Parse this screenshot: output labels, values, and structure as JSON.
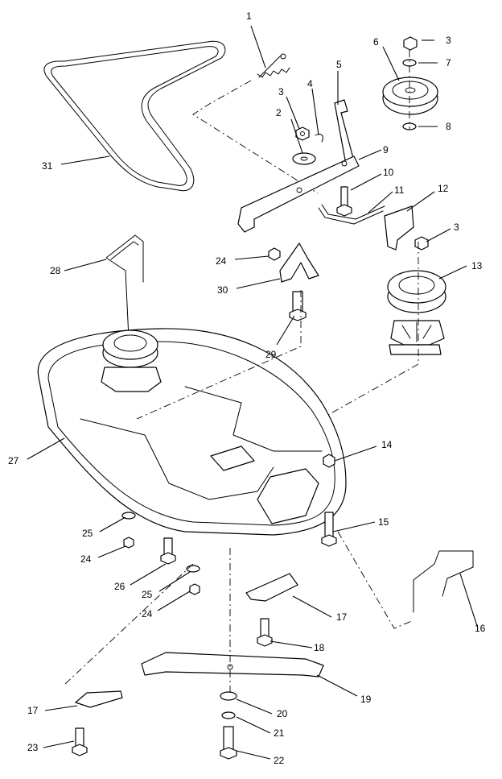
{
  "callouts": [
    "1",
    "2",
    "3",
    "4",
    "5",
    "6",
    "3",
    "7",
    "8",
    "9",
    "10",
    "11",
    "12",
    "3",
    "13",
    "31",
    "28",
    "24",
    "30",
    "29",
    "27",
    "14",
    "15",
    "25",
    "24",
    "26",
    "25",
    "24",
    "17",
    "18",
    "16",
    "19",
    "17",
    "23",
    "20",
    "21",
    "22"
  ]
}
